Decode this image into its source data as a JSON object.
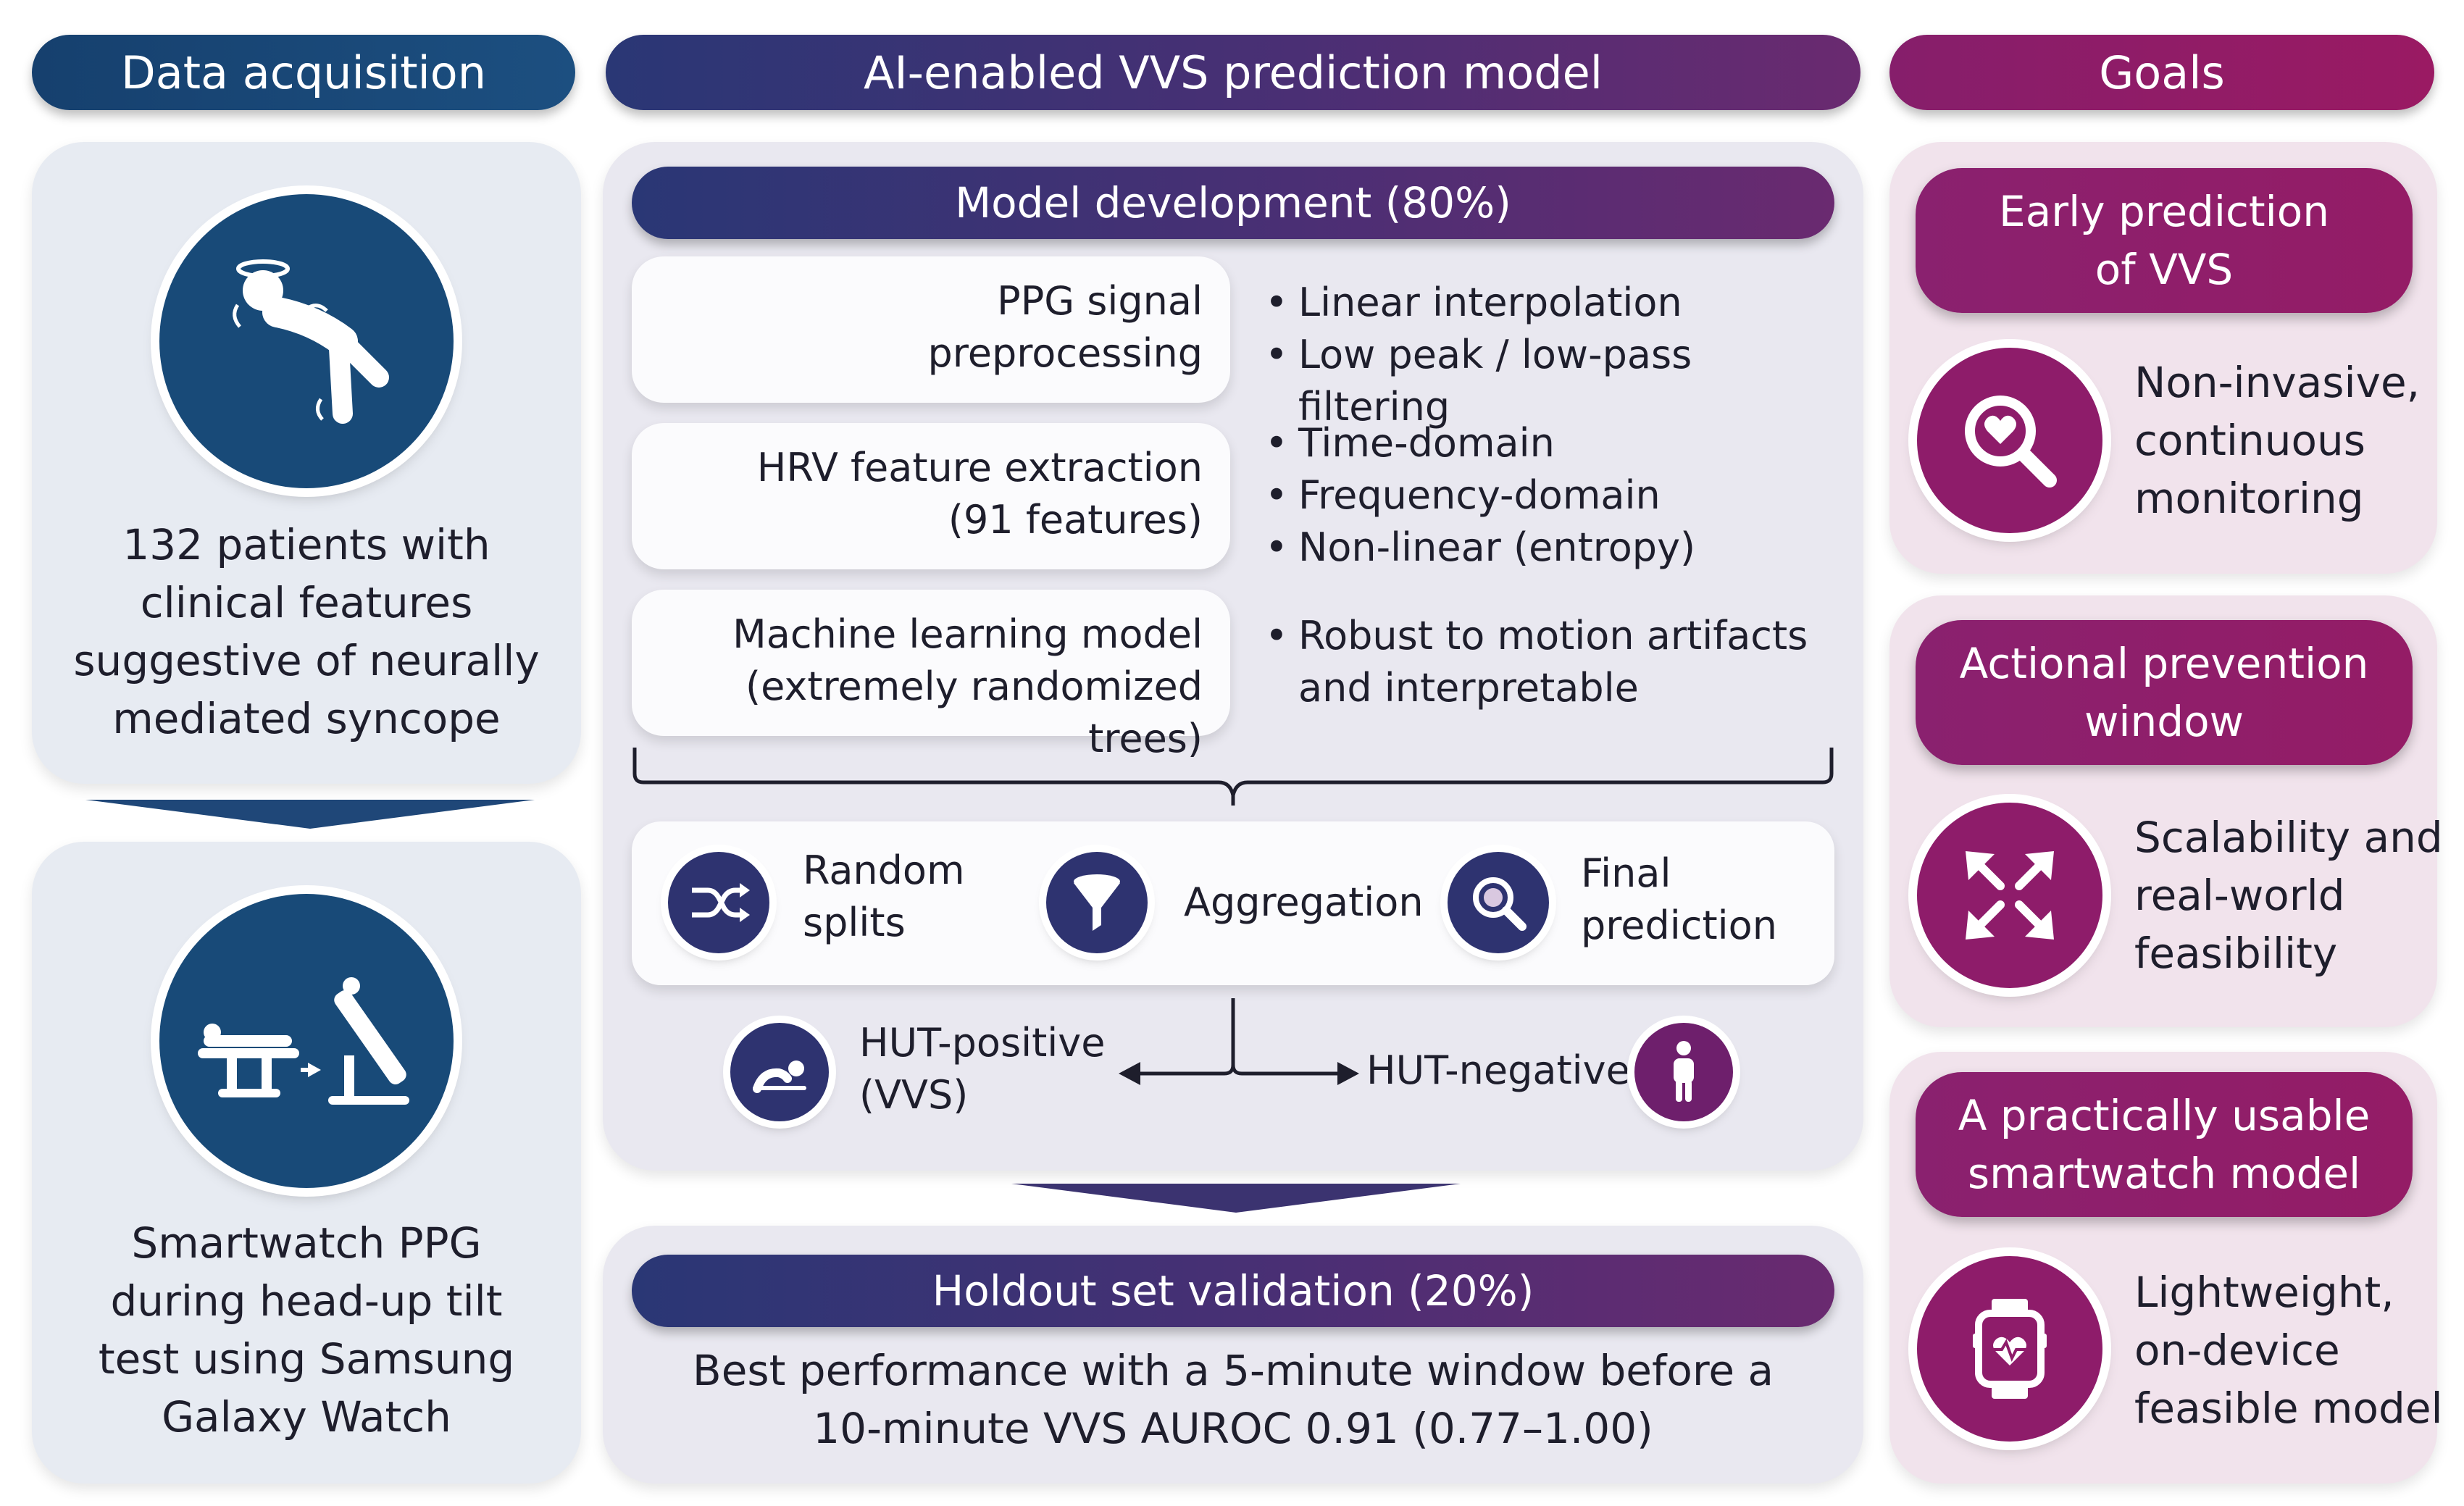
{
  "headers": {
    "data_acquisition": "Data acquisition",
    "model": "AI-enabled VVS prediction model",
    "goals": "Goals"
  },
  "acquisition": {
    "patients_text": [
      "132 patients with",
      "clinical features",
      "suggestive of neurally",
      "mediated syncope"
    ],
    "smartwatch_text": [
      "Smartwatch PPG",
      "during head-up tilt",
      "test using Samsung",
      "Galaxy Watch"
    ]
  },
  "model": {
    "development_title": "Model development (80%)",
    "steps": [
      {
        "label_lines": [
          "PPG signal",
          "preprocessing"
        ],
        "bullets": [
          "Linear interpolation",
          "Low peak / low-pass filtering"
        ]
      },
      {
        "label_lines": [
          "HRV feature extraction",
          "(91 features)"
        ],
        "bullets": [
          "Time-domain",
          "Frequency-domain",
          "Non-linear (entropy)"
        ]
      },
      {
        "label_lines": [
          "Machine learning model",
          "(extremely randomized trees)"
        ],
        "bullets": [
          "Robust to motion artifacts",
          "and interpretable"
        ]
      }
    ],
    "process": [
      {
        "label_lines": [
          "Random",
          "splits"
        ],
        "icon": "shuffle-icon"
      },
      {
        "label_lines": [
          "Aggregation"
        ],
        "icon": "funnel-icon"
      },
      {
        "label_lines": [
          "Final",
          "prediction"
        ],
        "icon": "magnifier-icon"
      }
    ],
    "outcomes": {
      "positive_lines": [
        "HUT-positive",
        "(VVS)"
      ],
      "negative": "HUT-negative"
    },
    "holdout_title": "Holdout set validation (20%)",
    "holdout_text": [
      "Best performance with a 5-minute window before a",
      "10-minute VVS AUROC 0.91 (0.77–1.00)"
    ]
  },
  "goals": [
    {
      "title_lines": [
        "Early prediction",
        "of VVS"
      ],
      "text_lines": [
        "Non-invasive,",
        "continuous",
        "monitoring"
      ],
      "icon": "heart-magnifier-icon"
    },
    {
      "title_lines": [
        "Actional prevention",
        "window"
      ],
      "text_lines": [
        "Scalability and",
        "real-world",
        "feasibility"
      ],
      "icon": "expand-arrows-icon"
    },
    {
      "title_lines": [
        "A practically usable",
        "smartwatch model"
      ],
      "text_lines": [
        "Lightweight,",
        "on-device",
        "feasible model"
      ],
      "icon": "smartwatch-icon"
    }
  ],
  "colors": {
    "navy": "#184a78",
    "purple": "#8e1c6a",
    "indigo": "#2e3370"
  }
}
